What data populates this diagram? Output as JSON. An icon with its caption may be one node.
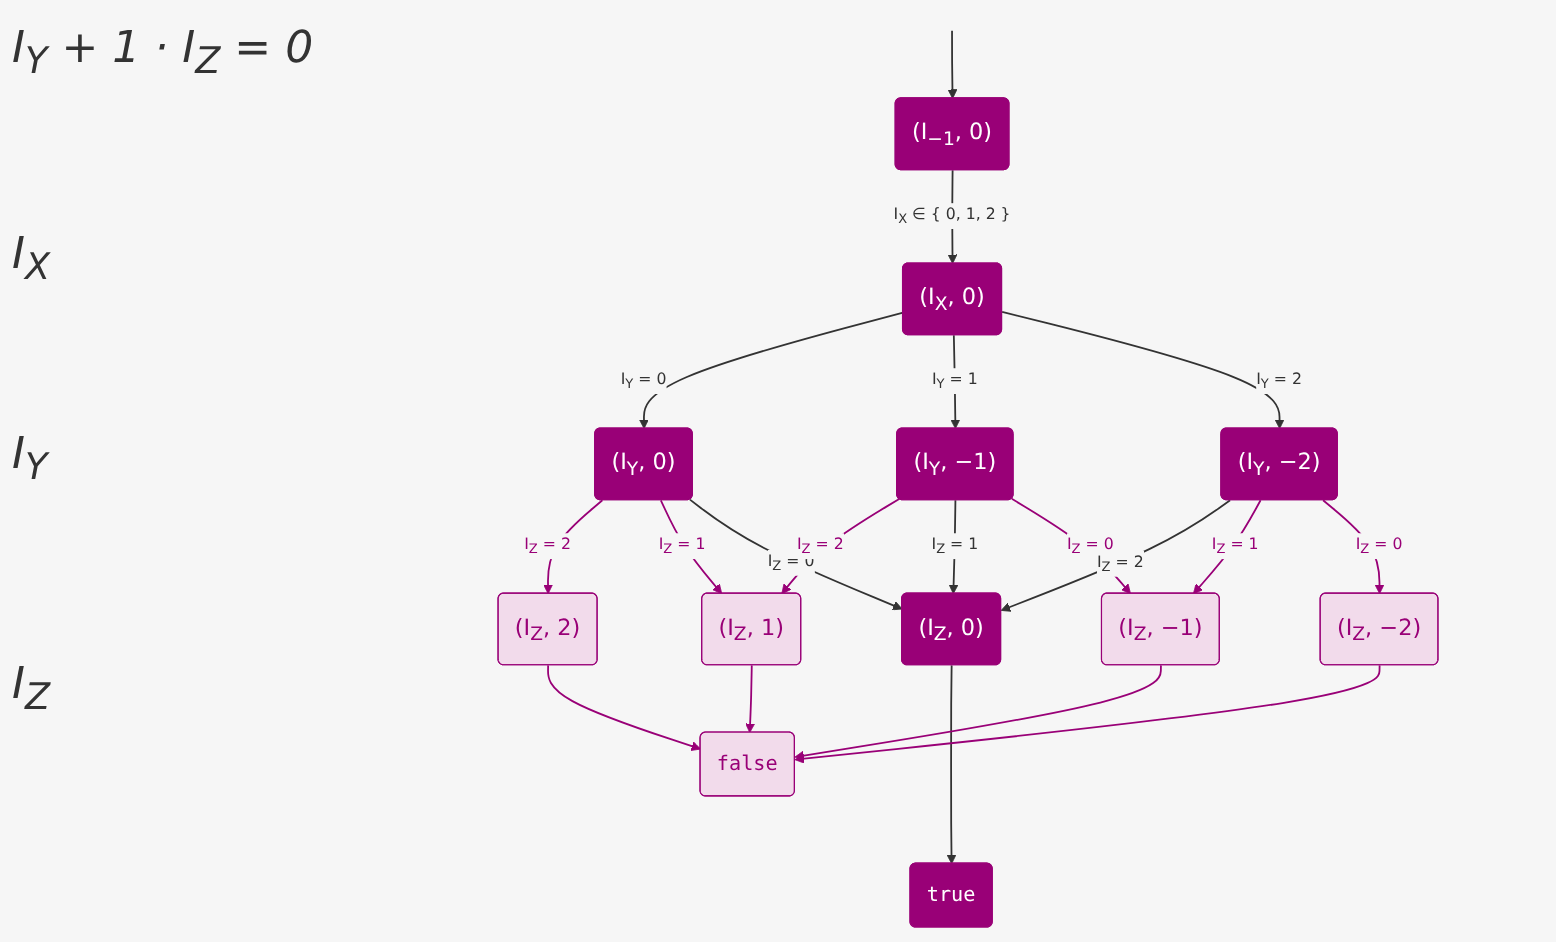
{
  "diagram": {
    "nodes": [
      {
        "text": [
          "(I$_{−1}$, 0)"
        ]
      },
      {
        "text": [
          "(I$_{X}$, 0)"
        ]
      },
      {
        "text": [
          "(I$_{Y}$, 0)"
        ]
      },
      {
        "text": [
          "(I$_{Y}$, −1)"
        ]
      },
      {
        "text": [
          "(I$_{Y}$, −2)"
        ]
      },
      {
        "text": [
          "(I$_{Z}$, 2)"
        ]
      },
      {
        "text": [
          "(I$_{Z}$, 1)"
        ]
      },
      {
        "text": [
          "(I$_{Z}$, 0)"
        ]
      },
      {
        "text": [
          "(I$_{Z}$, −1)"
        ]
      },
      {
        "text": [
          "(I$_{Z}$, −2)"
        ]
      },
      {
        "text": [
          "false"
        ]
      },
      {
        "text": [
          "true"
        ]
      }
    ],
    "edges": [
      {
        "from": null,
        "to": 0,
        "arrow": "to",
        "color": "#333333"
      },
      {
        "from": 0,
        "to": 1,
        "arrow": "to",
        "label": "I$_{X}$ ∈ { 0, 1, 2 }",
        "color": "#333333"
      },
      {
        "from": 1,
        "to": 2,
        "arrow": "to",
        "label": "I$_{Y}$ = 0",
        "color": "#333333"
      },
      {
        "from": 1,
        "to": 3,
        "arrow": "to",
        "label": "I$_{Y}$ = 1",
        "color": "#333333"
      },
      {
        "from": 1,
        "to": 4,
        "arrow": "to",
        "label": "I$_{Y}$ = 2",
        "color": "#333333"
      },
      {
        "from": 2,
        "to": 5,
        "arrow": "to",
        "label": "I$_{Z}$ = 2"
      },
      {
        "from": 2,
        "to": 6,
        "arrow": "to",
        "label": "I$_{Z}$ = 1"
      },
      {
        "from": 2,
        "to": 7,
        "arrow": "to",
        "label": "I$_{Z}$ = 0",
        "color": "#333333"
      },
      {
        "from": 3,
        "to": 6,
        "arrow": "to",
        "label": "I$_{Z}$ = 2"
      },
      {
        "from": 3,
        "to": 7,
        "arrow": "to",
        "label": "I$_{Z}$ = 1",
        "color": "#333333"
      },
      {
        "from": 3,
        "to": 8,
        "arrow": "to",
        "label": "I$_{Z}$ = 0"
      },
      {
        "from": 4,
        "to": 7,
        "arrow": "to",
        "label": "I$_{Z}$ = 2",
        "color": "#333333"
      },
      {
        "from": 4,
        "to": 8,
        "arrow": "to",
        "label": "I$_{Z}$ = 1"
      },
      {
        "from": 4,
        "to": 9,
        "arrow": "to",
        "label": "I$_{Z}$ = 0"
      },
      {
        "from": 5,
        "to": 10,
        "arrow": "to"
      },
      {
        "from": 6,
        "to": 10,
        "arrow": "to"
      },
      {
        "from": 7,
        "to": 11,
        "arrow": "to",
        "color": "#333333"
      },
      {
        "from": 8,
        "to": 10,
        "arrow": "to"
      },
      {
        "from": 9,
        "to": 10,
        "arrow": "to"
      }
    ],
    "labels": [
      "I$_{Y}$ + 1 · I$_{Z}$ = 0",
      "I$_{X}$",
      "I$_{Y}$",
      "I$_{Z}$"
    ]
  }
}
